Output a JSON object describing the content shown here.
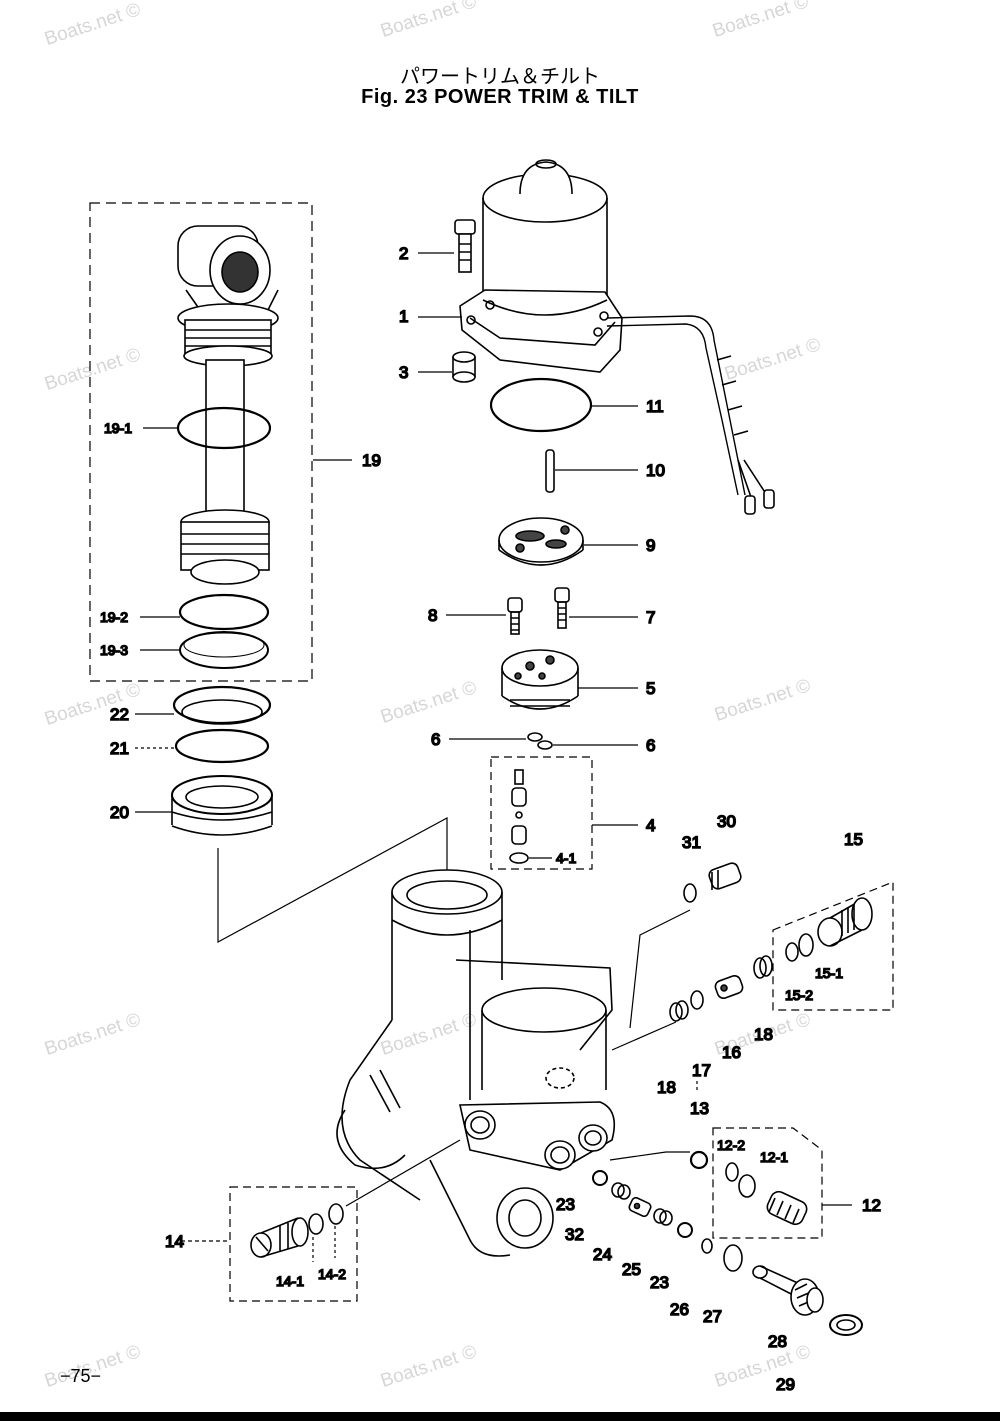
{
  "header": {
    "title_jp": "パワートリム＆チルト",
    "title_en": "Fig. 23   POWER TRIM & TILT"
  },
  "page_number": "−75−",
  "watermark": "Boats.net ©",
  "callouts": {
    "p1": "1",
    "p2": "2",
    "p3": "3",
    "p4": "4",
    "p4_1": "4-1",
    "p5": "5",
    "p6a": "6",
    "p6b": "6",
    "p7": "7",
    "p8": "8",
    "p9": "9",
    "p10": "10",
    "p11": "11",
    "p12": "12",
    "p12_1": "12-1",
    "p12_2": "12-2",
    "p13": "13",
    "p14": "14",
    "p14_1": "14-1",
    "p14_2": "14-2",
    "p15": "15",
    "p15_1": "15-1",
    "p15_2": "15-2",
    "p16": "16",
    "p17": "17",
    "p18a": "18",
    "p18b": "18",
    "p19": "19",
    "p19_1": "19-1",
    "p19_2": "19-2",
    "p19_3": "19-3",
    "p20": "20",
    "p21": "21",
    "p22": "22",
    "p23a": "23",
    "p23b": "23",
    "p24": "24",
    "p25": "25",
    "p26": "26",
    "p27": "27",
    "p28": "28",
    "p29": "29",
    "p30": "30",
    "p31": "31",
    "p32": "32"
  }
}
